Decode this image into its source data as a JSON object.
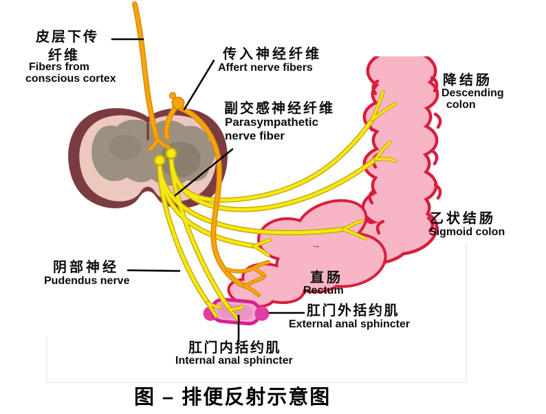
{
  "figure": {
    "title": "图 – 排便反射示意图"
  },
  "labels": {
    "cortical_fibers": {
      "zh1": "皮层下传",
      "zh2": "纤维",
      "en1": "Fibers from",
      "en2": "conscious cortex"
    },
    "afferent": {
      "zh": "传入神经纤维",
      "en": "Affert nerve fibers"
    },
    "parasympathetic": {
      "zh": "副交感神经纤维",
      "en1": "Parasympathetic",
      "en2": "nerve fiber"
    },
    "descending_colon": {
      "zh": "降结肠",
      "en1": "Descending",
      "en2": "colon"
    },
    "sigmoid_colon": {
      "zh": "乙状结肠",
      "en": "Sigmoid colon"
    },
    "rectum": {
      "zh": "直肠",
      "en": "Rectum"
    },
    "external_sphincter": {
      "zh": "肛门外括约肌",
      "en": "External anal sphincter"
    },
    "pudendal_nerve": {
      "zh": "阴部神经",
      "en": "Pudendus nerve"
    },
    "internal_sphincter": {
      "zh": "肛门内括约肌",
      "en": "Internal anal sphincter"
    }
  },
  "palette": {
    "background": "#FFFFFF",
    "label_text": "#0B0B0B",
    "colon_fill": "#F7B6C6",
    "colon_outline": "#D81E3C",
    "rectum_fill": "#F7B6C6",
    "anal_canal_fill": "#F2A9D2",
    "anal_canal_outline": "#D81F8F",
    "sphincter_dot": "#E23DA0",
    "nerve_yellow": "#F5E912",
    "nerve_yellow_edge": "#C9A90B",
    "nerve_orange": "#F5A50F",
    "nerve_orange_edge": "#D98A06",
    "cord_outer": "#7A3C40",
    "cord_inner": "#EDC8BE",
    "cord_gray_matter": "#9C9080",
    "cord_gray_dark": "#8A7E6E",
    "pointer_line": "#000000"
  }
}
